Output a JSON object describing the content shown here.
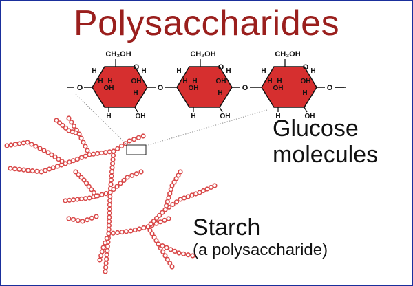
{
  "title": "Polysaccharides",
  "glucose_label_line1": "Glucose",
  "glucose_label_line2": "molecules",
  "starch_label": "Starch",
  "starch_sublabel": "(a polysaccharide)",
  "ring_atoms": {
    "ch2oh": "CH₂OH",
    "h": "H",
    "oh": "OH",
    "o": "O",
    "linker": "O"
  },
  "colors": {
    "title": "#9a1f1d",
    "ring_fill": "#d62f2f",
    "border": "#1a2f9c",
    "bead": "#d94a4a"
  }
}
